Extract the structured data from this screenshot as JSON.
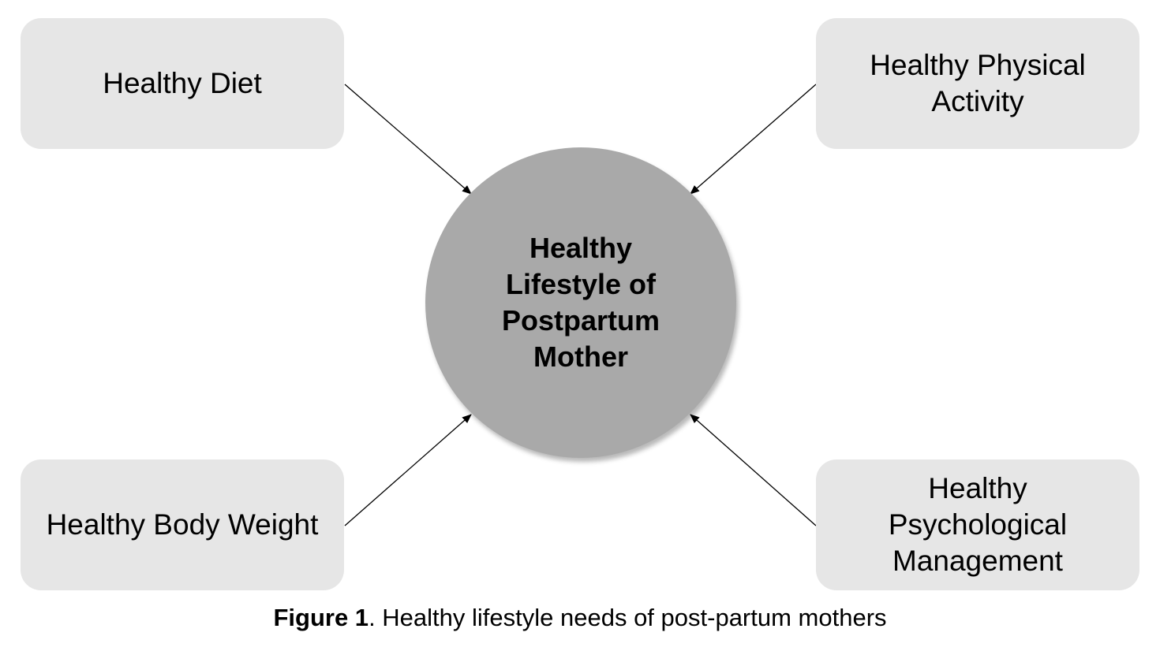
{
  "diagram": {
    "center": {
      "label": "Healthy\nLifestyle of\nPostpartum\nMother"
    },
    "nodes": [
      {
        "id": "top-left",
        "label": "Healthy Diet"
      },
      {
        "id": "top-right",
        "label": "Healthy Physical\nActivity"
      },
      {
        "id": "bottom-left",
        "label": "Healthy Body Weight"
      },
      {
        "id": "bottom-right",
        "label": "Healthy\nPsychological\nManagement"
      }
    ],
    "colors": {
      "node_fill": "#e6e6e6",
      "center_fill": "#a9a9a9",
      "arrow": "#000000"
    }
  },
  "caption": {
    "label": "Figure 1",
    "text": ". Healthy lifestyle needs of post-partum mothers"
  }
}
